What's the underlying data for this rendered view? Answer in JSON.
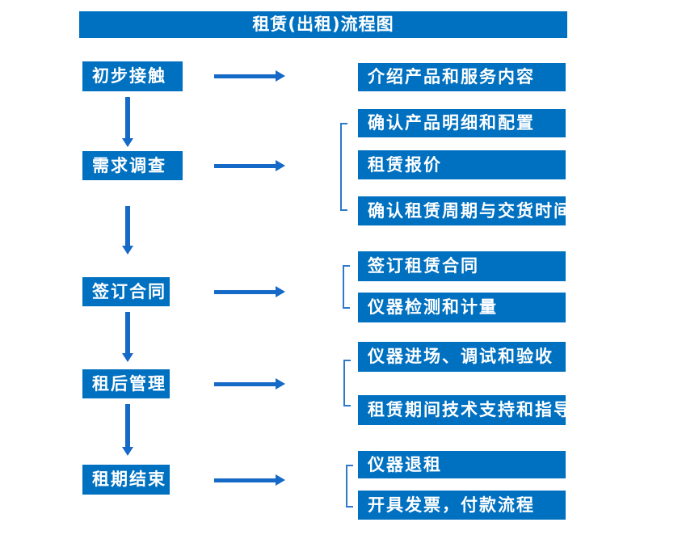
{
  "title": "租赁(出租)流程图",
  "colors": {
    "box_fill": "#0070C0",
    "arrow": "#1569C7",
    "bracket": "#2E79C9",
    "text": "#FFFFFF",
    "background": "#FFFFFF"
  },
  "stages": [
    {
      "label": "初步接触",
      "outputs": [
        "介绍产品和服务内容"
      ]
    },
    {
      "label": "需求调查",
      "outputs": [
        "确认产品明细和配置",
        "租赁报价",
        "确认租赁周期与交货时间"
      ]
    },
    {
      "label": "签订合同",
      "outputs": [
        "签订租赁合同",
        "仪器检测和计量"
      ]
    },
    {
      "label": "租后管理",
      "outputs": [
        "仪器进场、调试和验收",
        "租赁期间技术支持和指导"
      ]
    },
    {
      "label": "租期结束",
      "outputs": [
        "仪器退租",
        "开具发票，付款流程"
      ]
    }
  ]
}
